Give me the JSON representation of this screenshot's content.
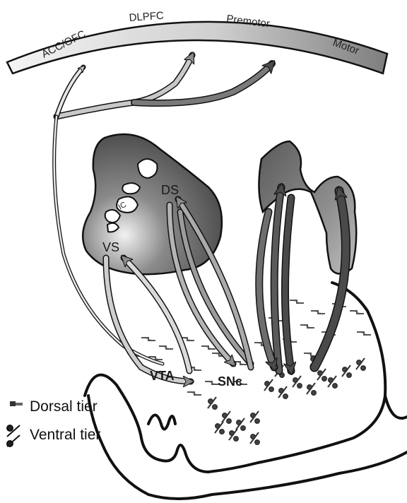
{
  "cortex": {
    "regions": [
      "ACC/OFC",
      "DLPFC",
      "Premotor",
      "Motor"
    ]
  },
  "striatum": {
    "ds_label": "DS",
    "vs_label": "VS",
    "ic_label": "IC"
  },
  "midbrain": {
    "vta_label": "VTA",
    "snc_label": "SNc"
  },
  "legend": {
    "dorsal": "Dorsal tier",
    "ventral": "Ventral tier"
  },
  "colors": {
    "arc_light": "#f2f2f2",
    "arc_dark": "#8a8a8a",
    "arrow_light": "#c8c8c8",
    "arrow_mid": "#8c8c8c",
    "arrow_dark": "#4a4a4a",
    "outline": "#111111"
  }
}
